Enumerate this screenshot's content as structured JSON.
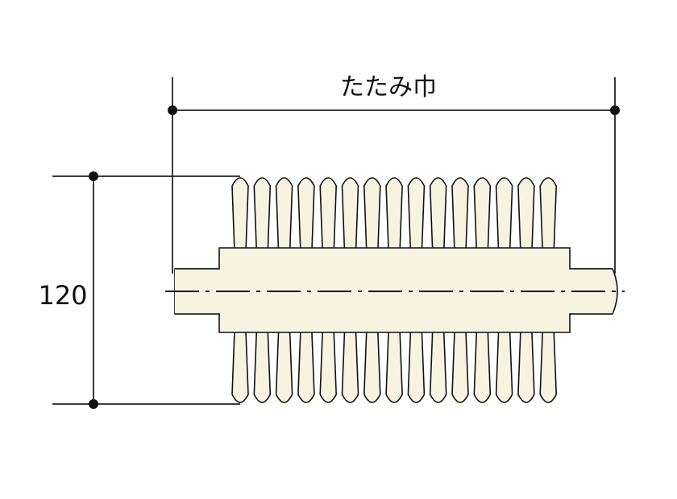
{
  "labels": {
    "width_label": "たたみ巾",
    "height_value": "120"
  },
  "colors": {
    "fill": "#f6f3e1",
    "stroke": "#111111",
    "line": "#222222"
  },
  "bellows": {
    "pleat_count": 15
  }
}
